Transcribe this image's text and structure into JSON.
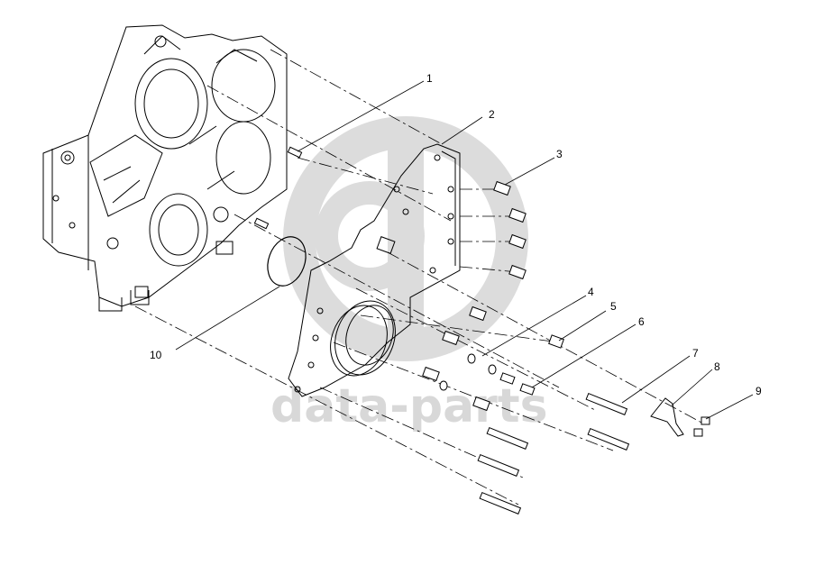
{
  "watermark": {
    "text": "data-parts",
    "color": "#d8d8d8"
  },
  "callouts": [
    {
      "id": "1",
      "text": "1"
    },
    {
      "id": "2",
      "text": "2"
    },
    {
      "id": "3",
      "text": "3"
    },
    {
      "id": "4",
      "text": "4"
    },
    {
      "id": "5",
      "text": "5"
    },
    {
      "id": "6",
      "text": "6"
    },
    {
      "id": "7",
      "text": "7"
    },
    {
      "id": "8",
      "text": "8"
    },
    {
      "id": "9",
      "text": "9"
    },
    {
      "id": "10",
      "text": "10"
    }
  ],
  "colors": {
    "line": "#000000",
    "background": "#ffffff"
  }
}
